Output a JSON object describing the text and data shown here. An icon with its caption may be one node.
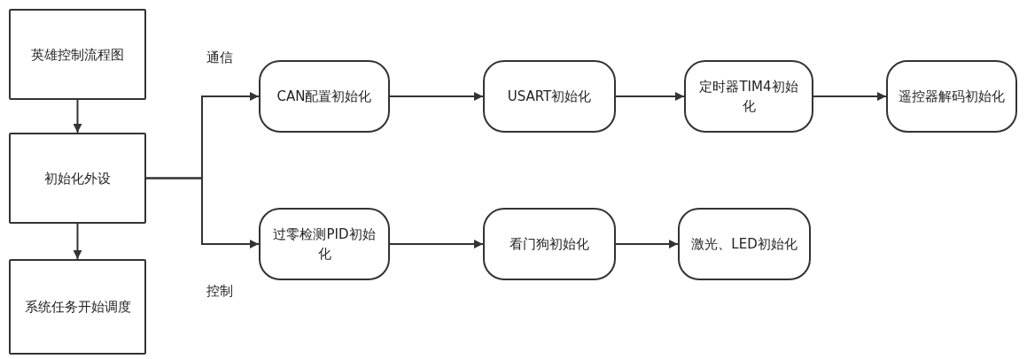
{
  "diagram": {
    "nodes": [
      {
        "text": [
          "英雄控制流程图"
        ]
      },
      {
        "text": [
          "初始化外设"
        ]
      },
      {
        "text": [
          "系统任务开始调度"
        ]
      },
      {
        "text": [
          "CAN配置初始化"
        ]
      },
      {
        "text": [
          "USART初始化"
        ]
      },
      {
        "text": [
          "定时器TIM4初始化"
        ]
      },
      {
        "text": [
          "遥控器解码初始化"
        ]
      },
      {
        "text": [
          "过零检测PID初始化"
        ]
      },
      {
        "text": [
          "看门狗初始化"
        ]
      },
      {
        "text": [
          "激光、LED初始化"
        ]
      }
    ],
    "edges": [
      {
        "from": 0,
        "to": 1,
        "arrow": "to"
      },
      {
        "from": 1,
        "to": 2,
        "arrow": "to"
      },
      {
        "from": 1,
        "to": 3,
        "arrow": "to"
      },
      {
        "from": 1,
        "to": 7,
        "arrow": "to"
      },
      {
        "from": 3,
        "to": 4,
        "arrow": "to"
      },
      {
        "from": 4,
        "to": 5,
        "arrow": "to"
      },
      {
        "from": 5,
        "to": 6,
        "arrow": "to"
      },
      {
        "from": 7,
        "to": 8,
        "arrow": "to"
      },
      {
        "from": 8,
        "to": 9,
        "arrow": "to"
      }
    ],
    "labels": [
      "通信",
      "控制"
    ]
  }
}
